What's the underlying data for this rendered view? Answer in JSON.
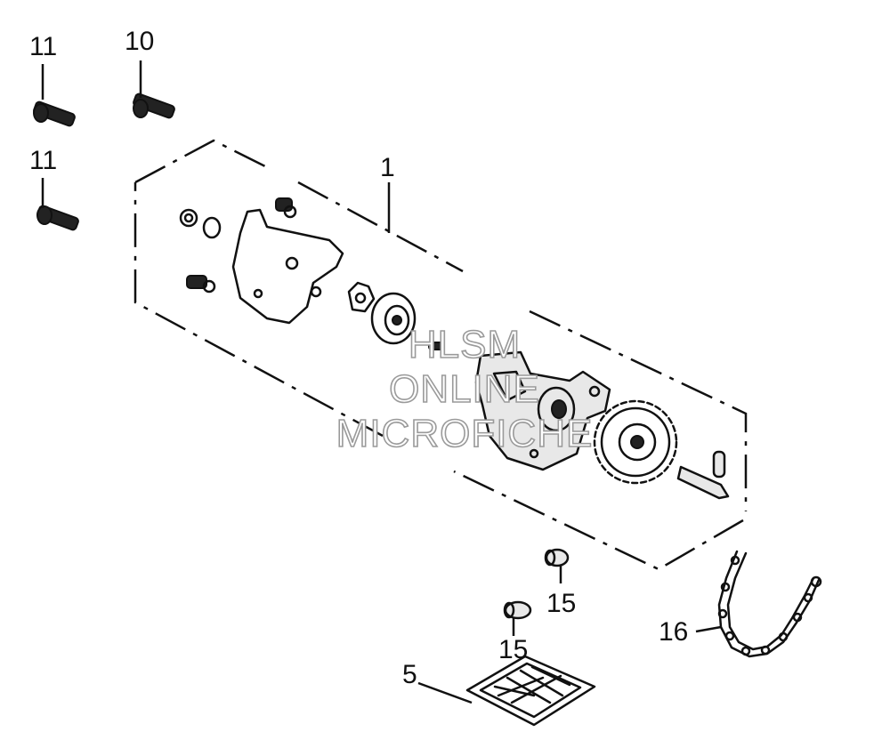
{
  "diagram": {
    "callouts": {
      "c1": "1",
      "c5": "5",
      "c10": "10",
      "c11a": "11",
      "c11b": "11",
      "c15a": "15",
      "c15b": "15",
      "c16": "16"
    },
    "watermark": {
      "line1": "HLSM",
      "line2": "ONLINE",
      "line3": "MICROFICHE"
    }
  }
}
